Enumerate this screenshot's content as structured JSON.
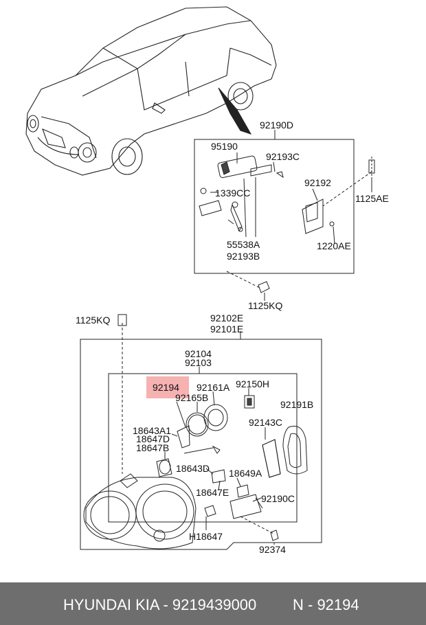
{
  "labels": {
    "l92190D": "92190D",
    "l95190": "95190",
    "l92193C": "92193C",
    "l92192": "92192",
    "l1339CC": "1339CC",
    "l1125AE": "1125AE",
    "l55538A": "55538A",
    "l92193B": "92193B",
    "l1220AE": "1220AE",
    "l1125KQ_top": "1125KQ",
    "l1125KQ_left": "1125KQ",
    "l92102E": "92102E",
    "l92101E": "92101E",
    "l92104": "92104",
    "l92103": "92103",
    "l92194": "92194",
    "l92161A": "92161A",
    "l92150H": "92150H",
    "l92165B": "92165B",
    "l92191B": "92191B",
    "l18643A1": "18643A1",
    "l18647D": "18647D",
    "l18647B": "18647B",
    "l92143C": "92143C",
    "l18643D": "18643D",
    "l18649A": "18649A",
    "l18647E": "18647E",
    "l92190C": "92190C",
    "lH18647": "H18647",
    "l92374": "92374"
  },
  "footer": {
    "brand": "HYUNDAI  KIA - 9219439000",
    "part": "N - 92194"
  }
}
